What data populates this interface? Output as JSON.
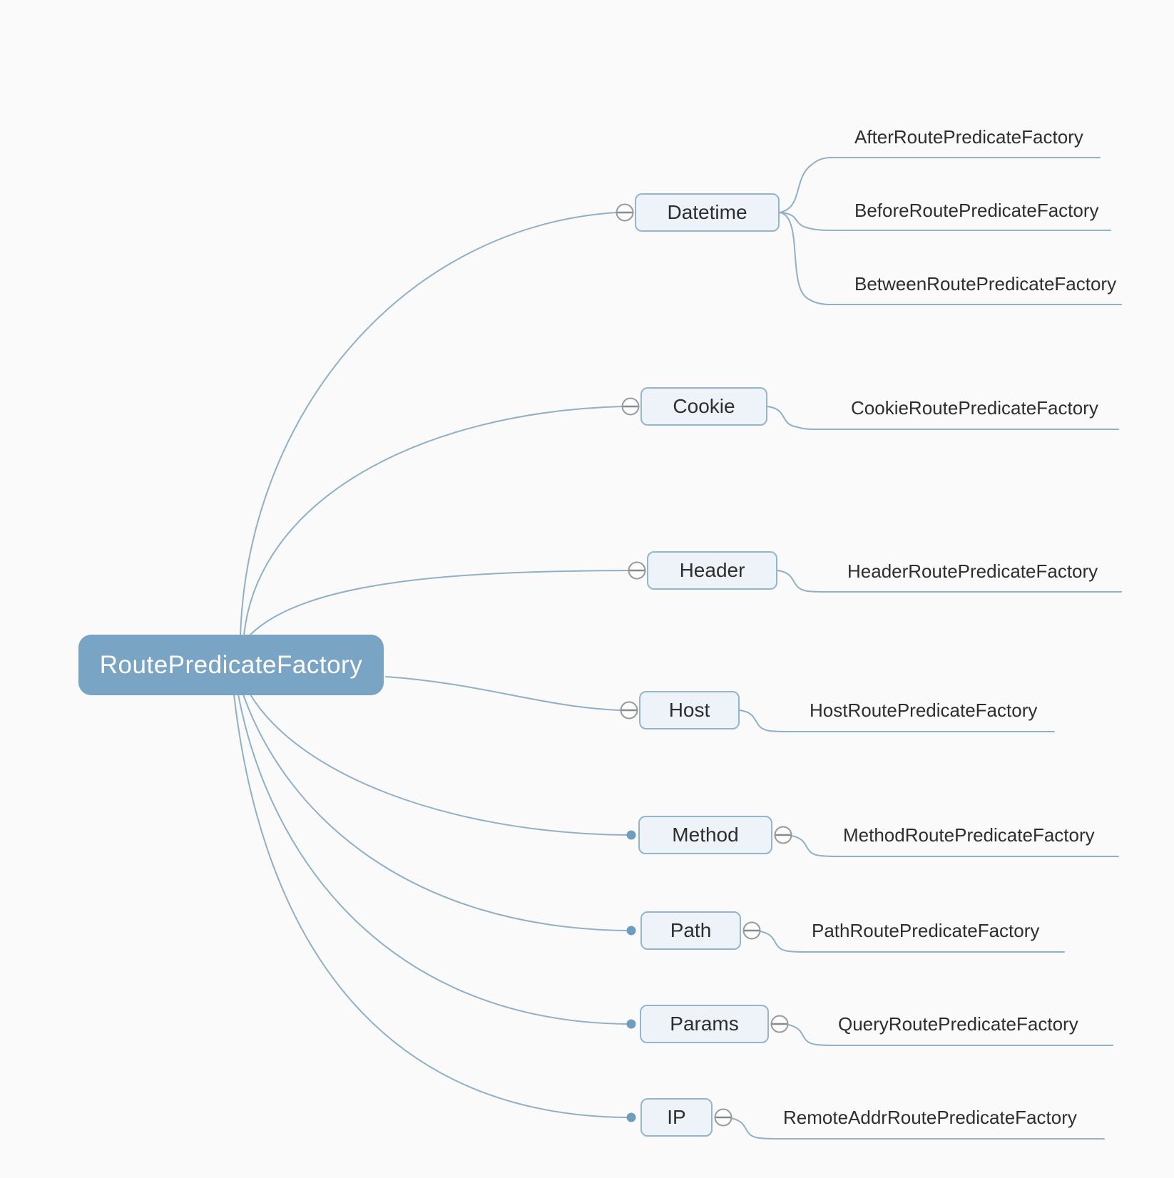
{
  "diagram_type": "mindmap",
  "tree": {
    "root": {
      "label": "RoutePredicateFactory"
    },
    "branches": [
      {
        "id": "datetime",
        "label": "Datetime",
        "children": [
          "AfterRoutePredicateFactory",
          "BeforeRoutePredicateFactory",
          "BetweenRoutePredicateFactory"
        ]
      },
      {
        "id": "cookie",
        "label": "Cookie",
        "children": [
          "CookieRoutePredicateFactory"
        ]
      },
      {
        "id": "header",
        "label": "Header",
        "children": [
          "HeaderRoutePredicateFactory"
        ]
      },
      {
        "id": "host",
        "label": "Host",
        "children": [
          "HostRoutePredicateFactory"
        ]
      },
      {
        "id": "method",
        "label": "Method",
        "children": [
          "MethodRoutePredicateFactory"
        ]
      },
      {
        "id": "path",
        "label": "Path",
        "children": [
          "PathRoutePredicateFactory"
        ]
      },
      {
        "id": "params",
        "label": "Params",
        "children": [
          "QueryRoutePredicateFactory"
        ]
      },
      {
        "id": "ip",
        "label": "IP",
        "children": [
          "RemoteAddrRoutePredicateFactory"
        ]
      }
    ]
  },
  "icons": {
    "collapse_toggle": "minus-circle-icon",
    "branch_point": "branch-dot-icon"
  },
  "colors": {
    "background": "#fafafa",
    "root_fill": "#7aa4c3",
    "root_text": "#ffffff",
    "node_fill": "#edf3f8",
    "node_border": "#93b6cd",
    "node_text": "#2e2e2e",
    "connector_line": "#8fb0c6",
    "collapse_stroke": "#9a9a9a",
    "collapse_bar": "#8a8a8a",
    "collapse_fill": "#fbfcfd",
    "dot_fill": "#6f9dbe"
  }
}
